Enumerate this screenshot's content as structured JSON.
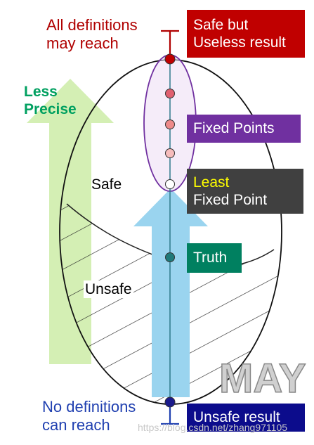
{
  "top_label": [
    "All definitions",
    "may reach"
  ],
  "bottom_label": [
    "No definitions",
    "can reach"
  ],
  "less_precise": [
    "Less",
    "Precise"
  ],
  "safe_region": "Safe",
  "unsafe_region": "Unsafe",
  "boxes": {
    "safe_but_useless": [
      "Safe but",
      "Useless result"
    ],
    "fixed_points": "Fixed Points",
    "least_fixed_point": [
      "Least",
      "Fixed Point"
    ],
    "truth": "Truth",
    "unsafe_result": "Unsafe result"
  },
  "watermark": "MAY",
  "url_watermark": "https://blog.csdn.net/zhang971105",
  "colors": {
    "dark_red": "#b00000",
    "box_red": "#c00000",
    "purple": "#7030a0",
    "dark_gray": "#404040",
    "least_yellow": "#ffff00",
    "green": "#008060",
    "navy": "#0c0c8c",
    "blue_text": "#1f3fb0",
    "light_green_arrow": "#d4efb4",
    "light_blue_arrow": "#9ad4ef",
    "less_precise_green": "#00a060",
    "lattice_line": "#2e7a8c"
  }
}
